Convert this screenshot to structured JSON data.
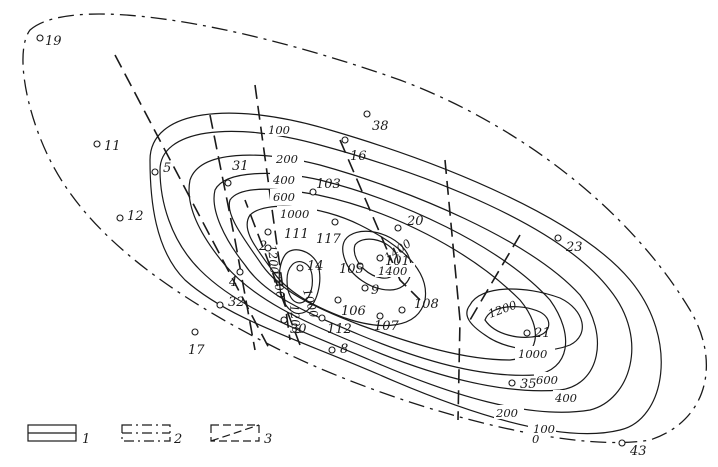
{
  "wells": [
    {
      "id": "19"
    },
    {
      "id": "11"
    },
    {
      "id": "5"
    },
    {
      "id": "12"
    },
    {
      "id": "38"
    },
    {
      "id": "16"
    },
    {
      "id": "31"
    },
    {
      "id": "103"
    },
    {
      "id": "20"
    },
    {
      "id": "111"
    },
    {
      "id": "117"
    },
    {
      "id": "2"
    },
    {
      "id": "14"
    },
    {
      "id": "105"
    },
    {
      "id": "101"
    },
    {
      "id": "4"
    },
    {
      "id": "32"
    },
    {
      "id": "9"
    },
    {
      "id": "106"
    },
    {
      "id": "108"
    },
    {
      "id": "30"
    },
    {
      "id": "112"
    },
    {
      "id": "107"
    },
    {
      "id": "17"
    },
    {
      "id": "8"
    },
    {
      "id": "23"
    },
    {
      "id": "21"
    },
    {
      "id": "35"
    },
    {
      "id": "43"
    }
  ],
  "isopach_labels": [
    "0",
    "100",
    "200",
    "400",
    "600",
    "1000",
    "1400",
    "1200",
    "1000",
    "100",
    "200",
    "400",
    "600",
    "1000",
    "1200",
    "1400",
    "1200",
    "1200"
  ],
  "legend": [
    {
      "num": "1",
      "style": "solid"
    },
    {
      "num": "2",
      "style": "dash-dot"
    },
    {
      "num": "3",
      "style": "dashed"
    }
  ],
  "colors": {
    "ink": "#1a1a1a",
    "paper": "#ffffff"
  }
}
